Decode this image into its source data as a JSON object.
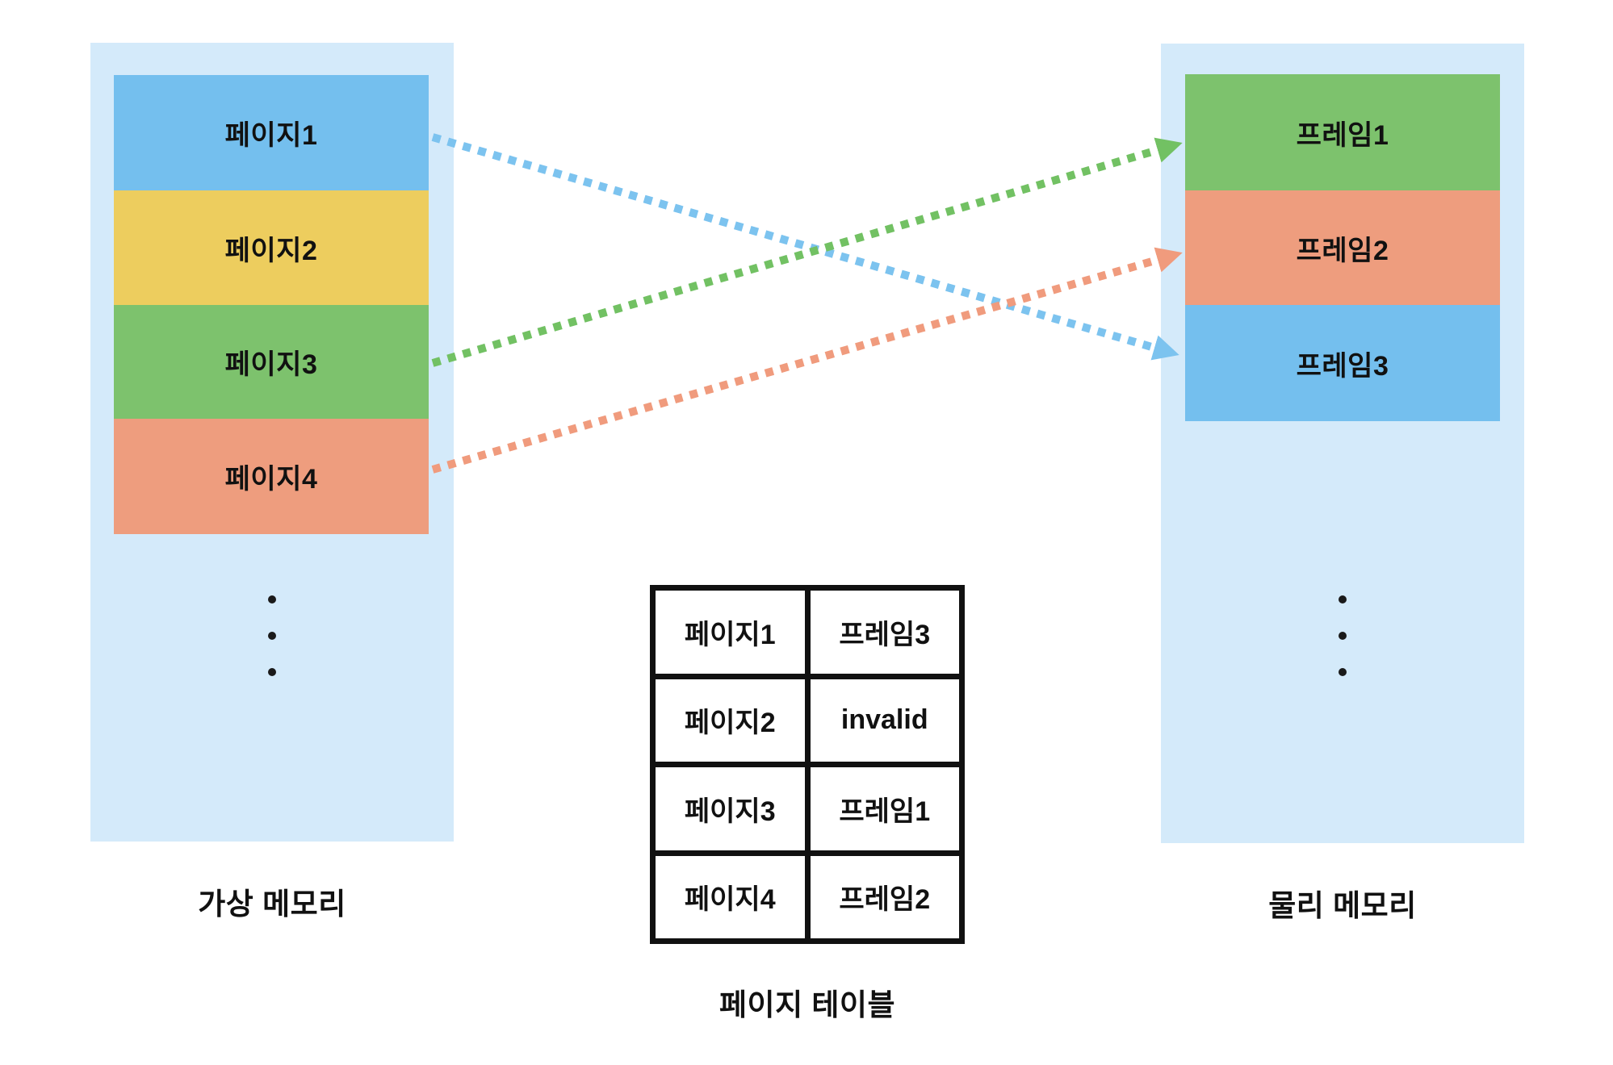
{
  "diagram_title": "",
  "colors": {
    "panel_bg": "#d4eafa",
    "page_blue": "#74bfee",
    "page_yellow": "#edcd5e",
    "page_green": "#7dc26d",
    "page_orange": "#ee9d7e",
    "arrow_blue": "#7cc3ef",
    "arrow_green": "#72c163",
    "arrow_orange": "#f09b7d",
    "table_border": "#111111",
    "text": "#111111"
  },
  "virtual_memory": {
    "caption": "가상 메모리",
    "pages": [
      {
        "label": "페이지1",
        "color": "#74bfee"
      },
      {
        "label": "페이지2",
        "color": "#edcd5e"
      },
      {
        "label": "페이지3",
        "color": "#7dc26d"
      },
      {
        "label": "페이지4",
        "color": "#ee9d7e"
      }
    ],
    "ellipsis_dots": 3
  },
  "physical_memory": {
    "caption": "물리 메모리",
    "frames": [
      {
        "label": "프레임1",
        "color": "#7dc26d"
      },
      {
        "label": "프레임2",
        "color": "#ee9d7e"
      },
      {
        "label": "프레임3",
        "color": "#74bfee"
      }
    ],
    "ellipsis_dots": 3
  },
  "page_table": {
    "caption": "페이지 테이블",
    "rows": [
      {
        "page": "페이지1",
        "frame": "프레임3"
      },
      {
        "page": "페이지2",
        "frame": "invalid"
      },
      {
        "page": "페이지3",
        "frame": "프레임1"
      },
      {
        "page": "페이지4",
        "frame": "프레임2"
      }
    ]
  },
  "mappings": [
    {
      "from": "페이지1",
      "to": "프레임3",
      "color": "#7cc3ef",
      "style": "dotted"
    },
    {
      "from": "페이지3",
      "to": "프레임1",
      "color": "#72c163",
      "style": "dotted"
    },
    {
      "from": "페이지4",
      "to": "프레임2",
      "color": "#f09b7d",
      "style": "dotted"
    }
  ]
}
